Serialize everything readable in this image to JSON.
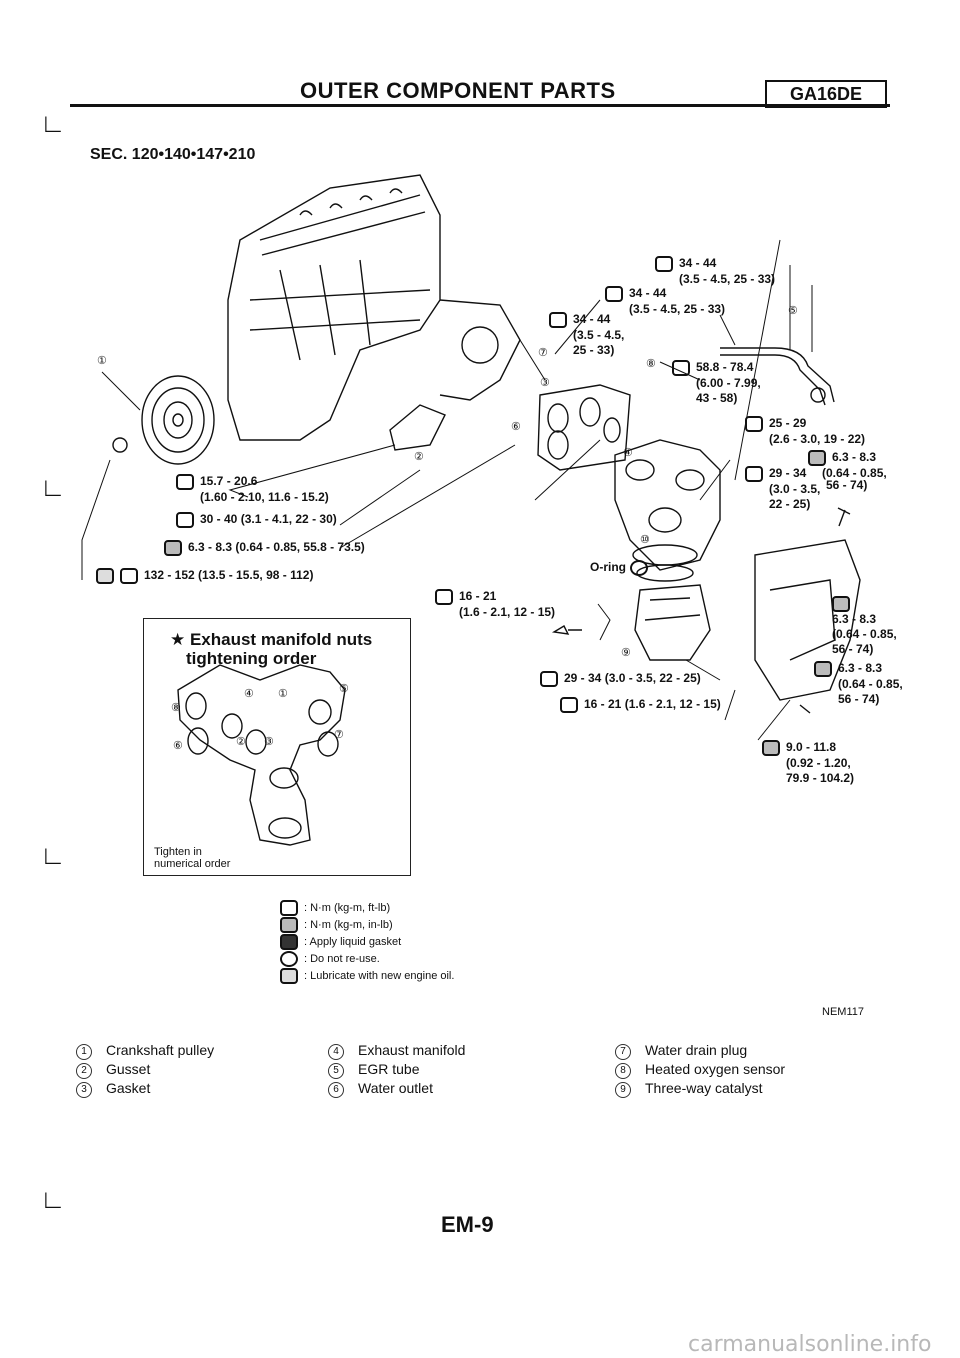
{
  "header": {
    "title": "OUTER COMPONENT PARTS",
    "engine_code": "GA16DE",
    "section": "SEC. 120•140•147•210"
  },
  "torque_specs": {
    "t1": [
      "34 - 44",
      "(3.5 - 4.5, 25 - 33)"
    ],
    "t2": [
      "34 - 44",
      "(3.5 - 4.5, 25 - 33)"
    ],
    "t3": [
      "34 - 44",
      "(3.5 - 4.5,",
      "25 - 33)"
    ],
    "t4": [
      "58.8 - 78.4",
      "(6.00 - 7.99,",
      "43 - 58)"
    ],
    "t5": [
      "25 - 29",
      "(2.6 - 3.0, 19 - 22)"
    ],
    "t6": [
      "6.3 - 8.3",
      "(0.64 - 0.85,",
      "56 - 74)"
    ],
    "t7": [
      "29 - 34",
      "(3.0 - 3.5,",
      "22 - 25)"
    ],
    "t8": "15.7 - 20.6",
    "t8b": "(1.60 - 2.10, 11.6 - 15.2)",
    "t9": "30 - 40 (3.1 - 4.1, 22 - 30)",
    "t10": "6.3 - 8.3 (0.64 - 0.85, 55.8 - 73.5)",
    "t11": "132 - 152 (13.5 - 15.5, 98 - 112)",
    "t12": [
      "16 - 21",
      "(1.6 - 2.1, 12 - 15)"
    ],
    "t13": [
      "6.3 - 8.3",
      "(0.64 - 0.85,",
      "56 - 74)"
    ],
    "t14": [
      "6.3 - 8.3",
      "(0.64 - 0.85,",
      "56 - 74)"
    ],
    "t15": "29 - 34 (3.0 - 3.5, 22 - 25)",
    "t16": "16 - 21 (1.6 - 2.1, 12 - 15)",
    "t17": [
      "9.0 - 11.8",
      "(0.92 - 1.20,",
      "79.9 - 104.2)"
    ],
    "t6b": "56 - 74)",
    "oring": "O-ring"
  },
  "inset": {
    "title_lines": [
      "★ Exhaust manifold nuts",
      "tightening order"
    ],
    "footer_lines": [
      "Tighten in",
      "numerical order"
    ]
  },
  "legend": [
    {
      "icon": "torque-nm-ftlb-icon",
      "text": ": N·m (kg-m, ft-lb)"
    },
    {
      "icon": "torque-nm-inlb-icon",
      "text": ": N·m (kg-m, in-lb)"
    },
    {
      "icon": "liquid-gasket-icon",
      "text": ": Apply liquid gasket"
    },
    {
      "icon": "do-not-reuse-icon",
      "text": ": Do not re-use."
    },
    {
      "icon": "lubricate-oil-icon",
      "text": ": Lubricate with new engine oil."
    }
  ],
  "figure_code": "NEM117",
  "parts_list": [
    {
      "num": "1",
      "name": "Crankshaft pulley"
    },
    {
      "num": "2",
      "name": "Gusset"
    },
    {
      "num": "3",
      "name": "Gasket"
    },
    {
      "num": "4",
      "name": "Exhaust manifold"
    },
    {
      "num": "5",
      "name": "EGR tube"
    },
    {
      "num": "6",
      "name": "Water outlet"
    },
    {
      "num": "7",
      "name": "Water drain plug"
    },
    {
      "num": "8",
      "name": "Heated oxygen sensor"
    },
    {
      "num": "9",
      "name": "Three-way catalyst"
    }
  ],
  "page_number": "EM-9",
  "watermark": "carmanualsonline.info"
}
